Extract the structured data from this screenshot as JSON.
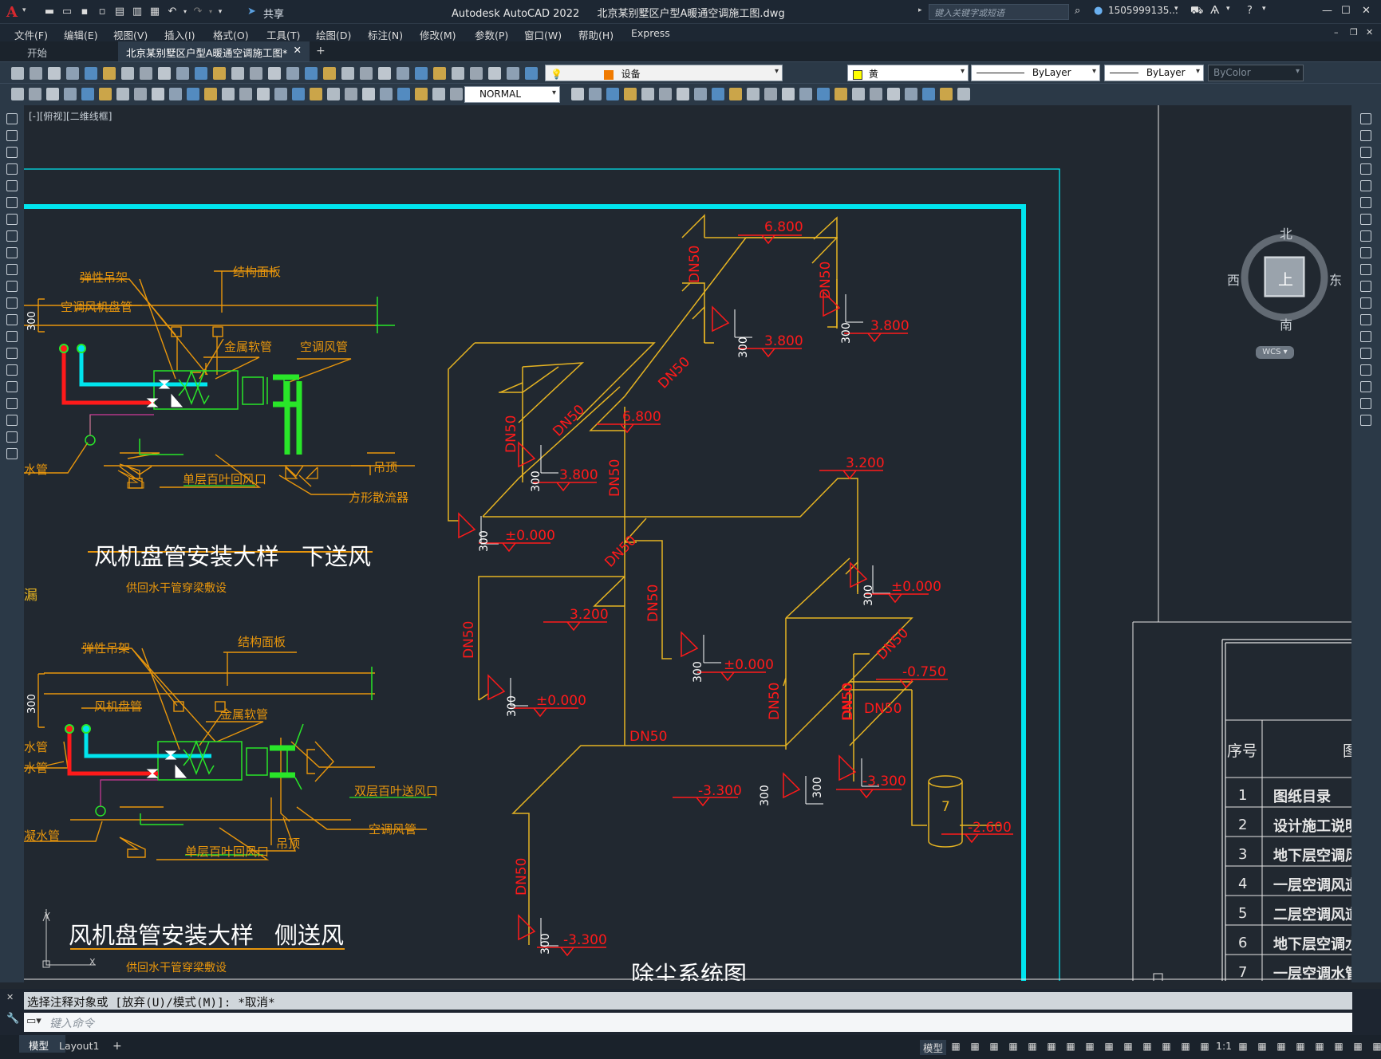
{
  "app": {
    "title": "Autodesk AutoCAD 2022",
    "file": "北京某别墅区户型A暖通空调施工图.dwg",
    "logo": "A",
    "share": "共享"
  },
  "search": {
    "placeholder": "键入关键字或短语"
  },
  "user": {
    "name": "1505999135..."
  },
  "menu": [
    "文件(F)",
    "编辑(E)",
    "视图(V)",
    "插入(I)",
    "格式(O)",
    "工具(T)",
    "绘图(D)",
    "标注(N)",
    "修改(M)",
    "参数(P)",
    "窗口(W)",
    "帮助(H)",
    "Express"
  ],
  "tabs": [
    "开始",
    "北京某别墅区户型A暖通空调施工图*"
  ],
  "toolbar": {
    "layer": "设备",
    "color": "黄",
    "linetype": "ByLayer",
    "lineweight": "ByLayer",
    "plotstyle": "ByColor",
    "dimstyle": "NORMAL"
  },
  "viewport": {
    "label": "[-][俯视][二维线框]"
  },
  "viewcube": {
    "north": "北",
    "south": "南",
    "east": "东",
    "west": "西",
    "top": "上",
    "wcs": "WCS"
  },
  "drawing": {
    "d1_title": "风机盘管安装大样",
    "d1_sub": "下送风",
    "d1_note": "供回水干管穿梁敷设",
    "d2_title": "风机盘管安装大样",
    "d2_sub": "侧送风",
    "d2_note": "供回水干管穿梁敷设",
    "labels": {
      "tanxing": "弹性吊架",
      "jiegou": "结构面板",
      "kongtiao_fj": "空调风机盘管",
      "fengji": "风机盘管",
      "jinshu": "金属软管",
      "kongtiao_fg": "空调风管",
      "diaoding": "吊顶",
      "fangxing": "方形散流器",
      "danceng": "单层百叶回风口",
      "shuangceng": "双层百叶送风口",
      "shuiguan": "水管",
      "lou": "漏",
      "n300": "300"
    },
    "system_title": "除尘系统图",
    "elev": [
      "6.800",
      "3.800",
      "3.800",
      "3.800",
      "6.800",
      "±0.000",
      "3.200",
      "3.200",
      "±0.000",
      "±0.000",
      "±0.000",
      "-0.750",
      "-3.300",
      "-3.300",
      "-2.600",
      "-3.300"
    ],
    "dn": "DN50",
    "tank": "7"
  },
  "table": {
    "header_no": "序号",
    "header_name": "图",
    "rows": [
      {
        "no": "1",
        "name": "图纸目录"
      },
      {
        "no": "2",
        "name": "设计施工说明"
      },
      {
        "no": "3",
        "name": "地下层空调风"
      },
      {
        "no": "4",
        "name": "一层空调风道"
      },
      {
        "no": "5",
        "name": "二层空调风道"
      },
      {
        "no": "6",
        "name": "地下层空调水"
      },
      {
        "no": "7",
        "name": "一层空调水管"
      }
    ]
  },
  "command": {
    "history": "选择注释对象或 [放弃(U)/模式(M)]: *取消*",
    "placeholder": "键入命令"
  },
  "status": {
    "tab_model": "模型",
    "tab_layout": "Layout1",
    "model": "模型",
    "scale": "1:1"
  },
  "colors": {
    "cyan": "#00e5ee",
    "red": "#ff1a1a",
    "orange": "#e8960c",
    "yellow": "#e6b422",
    "green": "#29e629",
    "bg": "#212830"
  }
}
